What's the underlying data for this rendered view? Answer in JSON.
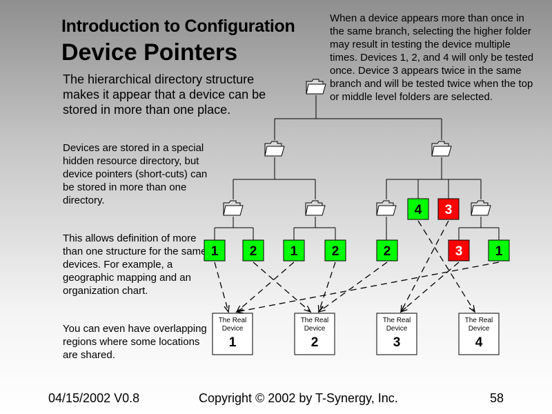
{
  "slide": {
    "kicker": "Introduction to Configuration",
    "title": "Device Pointers",
    "paragraph_1": "The hierarchical directory structure makes it appear that a device can be stored in more than one place.",
    "paragraph_2": "Devices are stored in a special hidden resource directory, but device pointers (short-cuts) can be stored in more than one directory.",
    "paragraph_3": "This allows definition of more than one structure for the same devices. For example, a geographic mapping and an organization chart.",
    "paragraph_4": "You can even have overlapping regions where some locations are shared.",
    "note": "When a device appears more than once in the same branch, selecting the higher folder may result in testing the device multiple times. Devices 1, 2, and 4 will only be tested once. Device 3 appears twice in the same branch and will be tested twice when the top or middle level folders are selected."
  },
  "diagram": {
    "colors": {
      "pointer_ok": "#00ff00",
      "pointer_dup": "#ff0000",
      "folder": "#ffffff",
      "device_box": "#ffffff"
    },
    "icons": {
      "folder": "folder-icon"
    },
    "pointers": [
      {
        "label": "1",
        "status": "ok",
        "target": "1"
      },
      {
        "label": "2",
        "status": "ok",
        "target": "2"
      },
      {
        "label": "1",
        "status": "ok",
        "target": "1"
      },
      {
        "label": "2",
        "status": "ok",
        "target": "2"
      },
      {
        "label": "2",
        "status": "ok",
        "target": "2"
      },
      {
        "label": "4",
        "status": "ok",
        "target": "4"
      },
      {
        "label": "3",
        "status": "dup",
        "target": "3"
      },
      {
        "label": "3",
        "status": "dup",
        "target": "3"
      },
      {
        "label": "1",
        "status": "ok",
        "target": "1"
      }
    ],
    "devices": [
      {
        "caption_line1": "The Real",
        "caption_line2": "Device",
        "number": "1"
      },
      {
        "caption_line1": "The Real",
        "caption_line2": "Device",
        "number": "2"
      },
      {
        "caption_line1": "The Real",
        "caption_line2": "Device",
        "number": "3"
      },
      {
        "caption_line1": "The Real",
        "caption_line2": "Device",
        "number": "4"
      }
    ]
  },
  "footer": {
    "date_version": "04/15/2002 V0.8",
    "copyright": "Copyright © 2002 by T-Synergy, Inc.",
    "page_number": "58"
  }
}
